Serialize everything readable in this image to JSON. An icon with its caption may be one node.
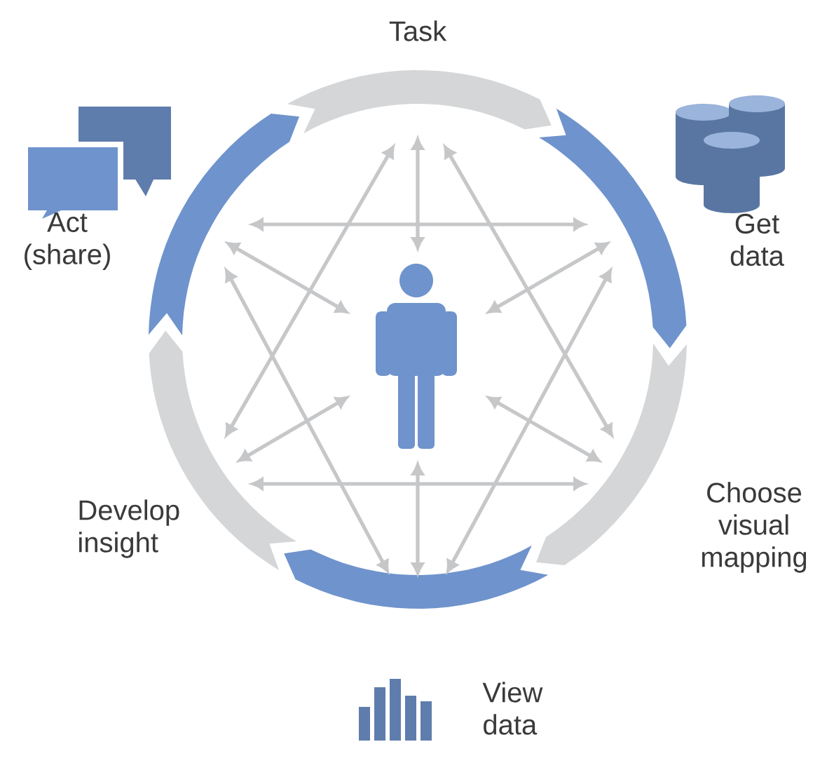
{
  "diagram": {
    "labels": [
      "Task",
      "Get data",
      "Choose visual mapping",
      "View data",
      "Develop insight",
      "Act (share)"
    ]
  }
}
